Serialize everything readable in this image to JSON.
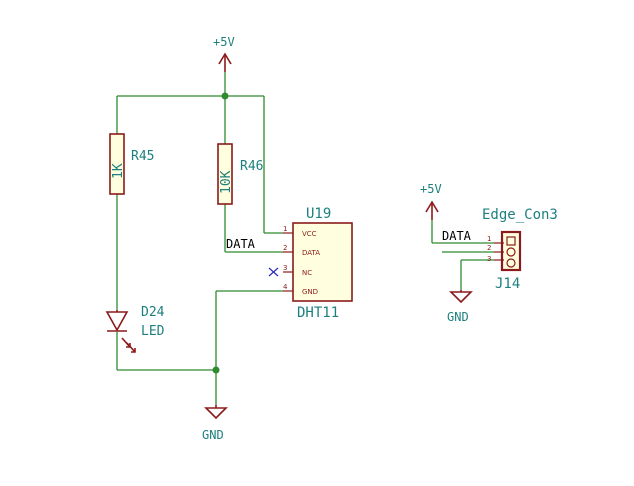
{
  "power": {
    "vcc_main": "+5V",
    "vcc_right": "+5V",
    "gnd_main": "GND",
    "gnd_right": "GND"
  },
  "r45": {
    "ref": "R45",
    "value": "1K"
  },
  "r46": {
    "ref": "R46",
    "value": "10K"
  },
  "d24": {
    "ref": "D24",
    "value": "LED"
  },
  "u19": {
    "ref": "U19",
    "value": "DHT11",
    "pins": [
      {
        "num": "1",
        "name": "VCC"
      },
      {
        "num": "2",
        "name": "DATA"
      },
      {
        "num": "3",
        "name": "NC"
      },
      {
        "num": "4",
        "name": "GND"
      }
    ]
  },
  "j14": {
    "ref": "J14",
    "value": "Edge_Con3",
    "pins": [
      {
        "num": "1"
      },
      {
        "num": "2"
      },
      {
        "num": "3"
      }
    ]
  },
  "nets": {
    "data_left": "DATA",
    "data_right": "DATA"
  },
  "colors": {
    "wire": "#2e8b2e",
    "component": "#8b1a1a",
    "label": "#1d7f7f",
    "body_fill": "#ffffe0"
  }
}
